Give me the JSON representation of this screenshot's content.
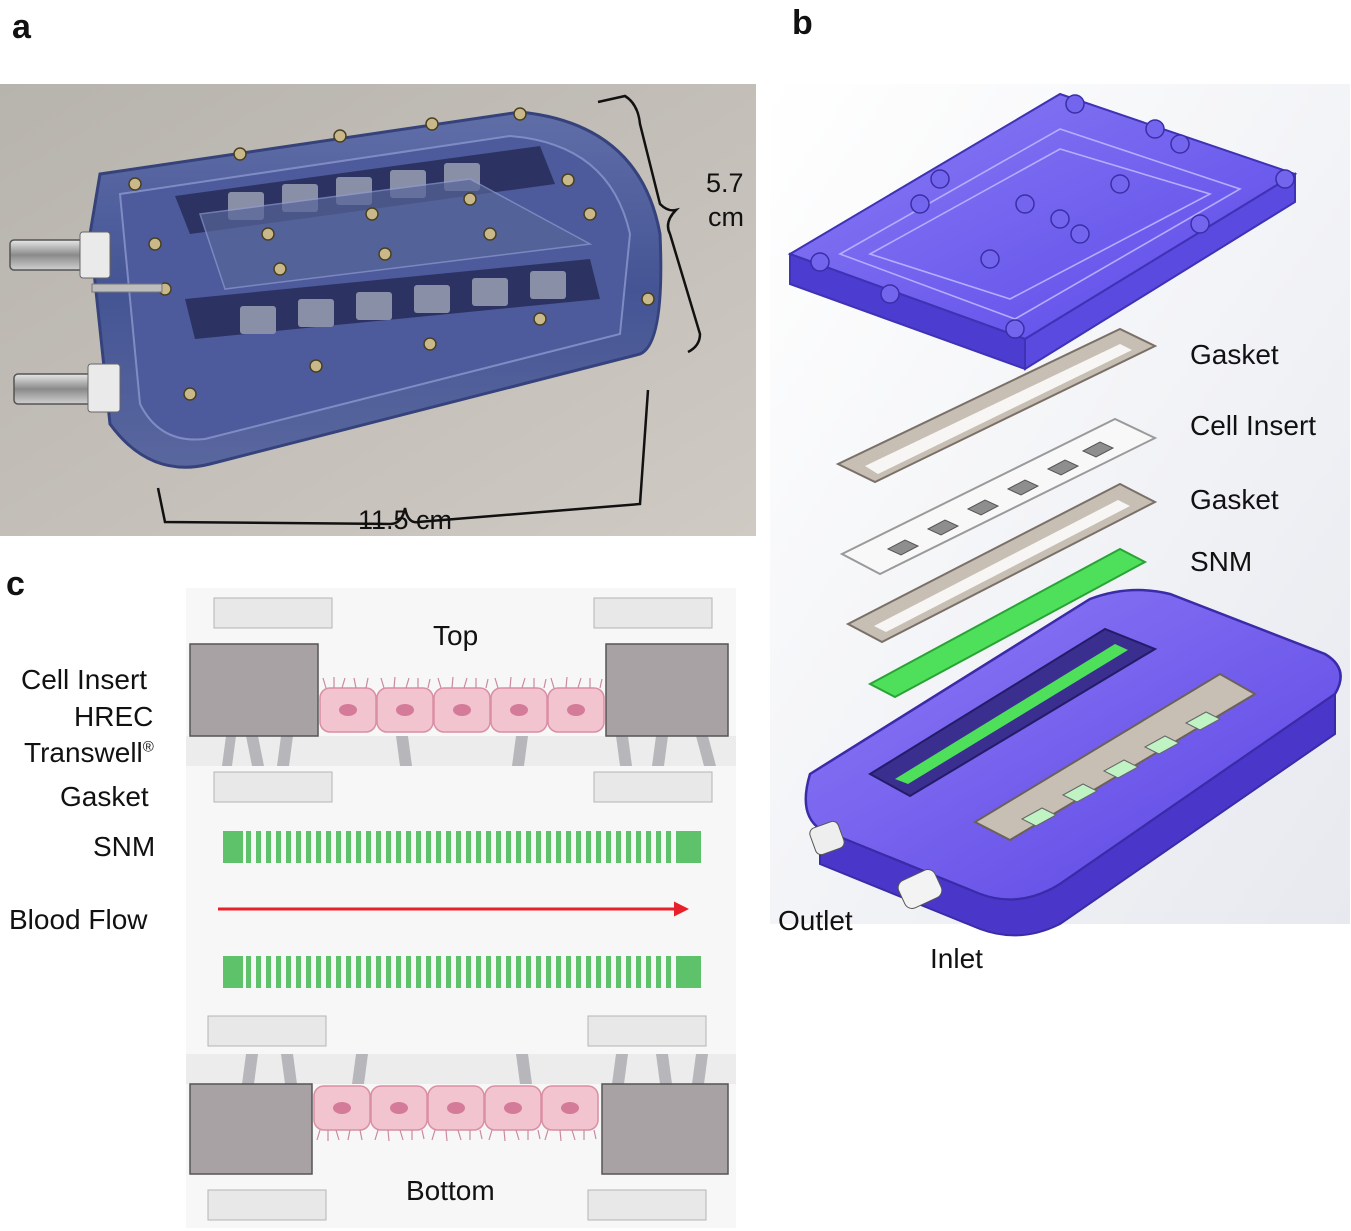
{
  "panels": {
    "a": "a",
    "b": "b",
    "c": "c"
  },
  "panel_a": {
    "height_label_line1": "5.7",
    "height_label_line2": "cm",
    "width_label": "11.5 cm"
  },
  "panel_b": {
    "labels": {
      "gasket_top": "Gasket",
      "cell_insert": "Cell Insert",
      "gasket_bottom": "Gasket",
      "snm": "SNM",
      "outlet": "Outlet",
      "inlet": "Inlet"
    }
  },
  "panel_c": {
    "top_label": "Top",
    "bottom_label": "Bottom",
    "side_labels": {
      "cell_insert": "Cell Insert",
      "hrec": "HREC",
      "transwell": "Transwell",
      "transwell_mark": "®",
      "gasket": "Gasket",
      "snm": "SNM",
      "blood_flow": "Blood Flow"
    }
  },
  "colors": {
    "device_blue": "#5a49e6",
    "membrane_green": "#4ee05a",
    "flow_red": "#e8202a",
    "cell_pink": "#f2c4cf",
    "insert_gray": "#a8a2a5"
  }
}
